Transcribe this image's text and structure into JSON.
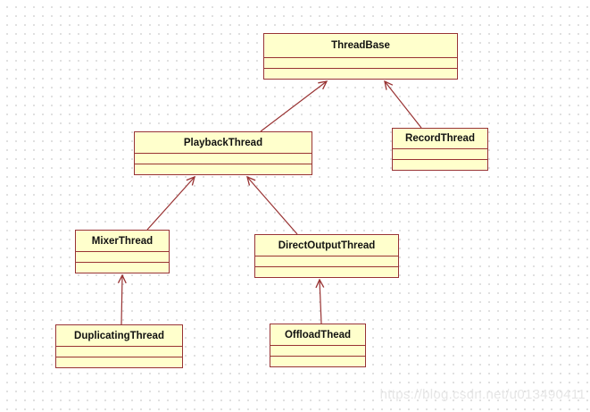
{
  "classes": [
    {
      "name": "ThreadBase"
    },
    {
      "name": "PlaybackThread"
    },
    {
      "name": "RecordThread"
    },
    {
      "name": "MixerThread"
    },
    {
      "name": "DirectOutputThread"
    },
    {
      "name": "DuplicatingThread"
    },
    {
      "name": "OffloadThead"
    }
  ],
  "relations": [
    {
      "from": "PlaybackThread",
      "to": "ThreadBase",
      "type": "generalization"
    },
    {
      "from": "RecordThread",
      "to": "ThreadBase",
      "type": "generalization"
    },
    {
      "from": "MixerThread",
      "to": "PlaybackThread",
      "type": "generalization"
    },
    {
      "from": "DirectOutputThread",
      "to": "PlaybackThread",
      "type": "generalization"
    },
    {
      "from": "DuplicatingThread",
      "to": "MixerThread",
      "type": "generalization"
    },
    {
      "from": "OffloadThead",
      "to": "DirectOutputThread",
      "type": "generalization"
    }
  ],
  "watermark": {
    "text": "https://blog.csdn.net/u013490411"
  },
  "colors": {
    "accent": "#993333",
    "box_fill": "#ffffcc",
    "name_color": "#111111",
    "dot_color": "#d6d6d6",
    "watermark_color": "#e6e6e6",
    "canvas_bg": "#ffffff"
  }
}
